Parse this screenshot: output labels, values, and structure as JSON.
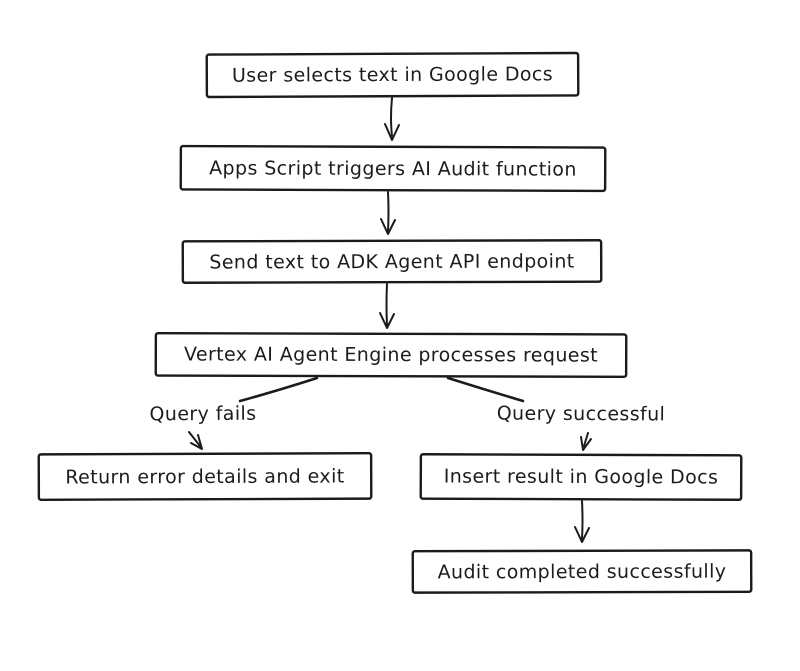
{
  "colors": {
    "background": "#ffffff",
    "ink": "#1b1b1b"
  },
  "nodes": [
    {
      "id": "user-selects-text",
      "label": "User selects text in Google Docs"
    },
    {
      "id": "apps-script-trigger",
      "label": "Apps Script triggers AI Audit function"
    },
    {
      "id": "send-text-endpoint",
      "label": "Send text to ADK Agent API endpoint"
    },
    {
      "id": "vertex-processes",
      "label": "Vertex AI Agent Engine processes request"
    },
    {
      "id": "return-error",
      "label": "Return error details and exit"
    },
    {
      "id": "insert-result",
      "label": "Insert result in Google Docs"
    },
    {
      "id": "audit-completed",
      "label": "Audit completed successfully"
    }
  ],
  "edges": [
    {
      "from": "user-selects-text",
      "to": "apps-script-trigger",
      "label": ""
    },
    {
      "from": "apps-script-trigger",
      "to": "send-text-endpoint",
      "label": ""
    },
    {
      "from": "send-text-endpoint",
      "to": "vertex-processes",
      "label": ""
    },
    {
      "from": "vertex-processes",
      "to": "return-error",
      "label": "Query fails"
    },
    {
      "from": "vertex-processes",
      "to": "insert-result",
      "label": "Query successful"
    },
    {
      "from": "insert-result",
      "to": "audit-completed",
      "label": ""
    }
  ]
}
